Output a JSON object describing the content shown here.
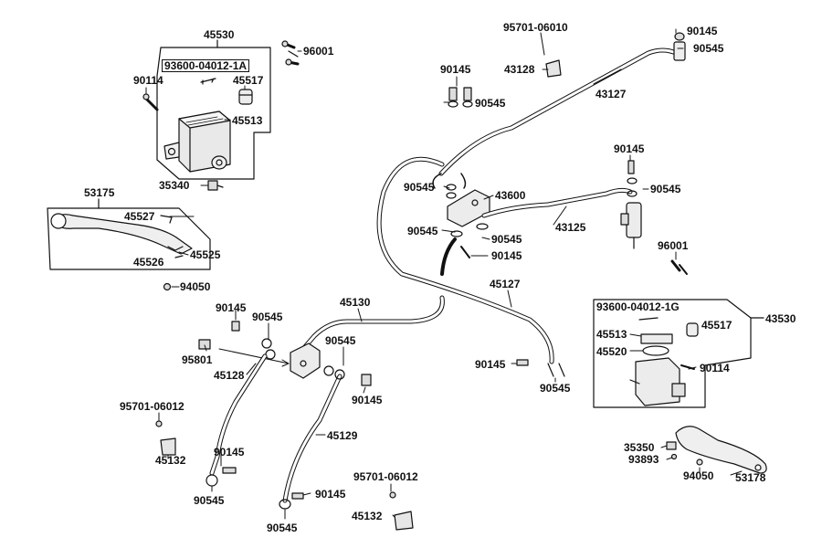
{
  "labels": {
    "p45530": "45530",
    "p93600_1a": "93600-04012-1A",
    "p96001_top": "96001",
    "p90114_top": "90114",
    "p45517_top": "45517",
    "p45513_top": "45513",
    "p35340": "35340",
    "p53175": "53175",
    "p45527": "45527",
    "p45525": "45525",
    "p45526": "45526",
    "p94050_left": "94050",
    "p95701_06010": "95701-06010",
    "p90145_top": "90145",
    "p90545_top": "90545",
    "p43128": "43128",
    "p43127": "43127",
    "p90145_cl": "90145",
    "p90545_cl": "90545",
    "p90545_mid": "90545",
    "p43600": "43600",
    "p90545_mid2": "90545",
    "p90545_mid3": "90545",
    "p90145_mid3": "90145",
    "p43125": "43125",
    "p90145_right": "90145",
    "p90545_right": "90545",
    "p96001_right": "96001",
    "p45127": "45127",
    "p45130": "45130",
    "p90145_bl": "90145",
    "p90545_bl": "90545",
    "p95801": "95801",
    "p45128": "45128",
    "p90545_bc": "90545",
    "p90145_bc": "90145",
    "p45129": "45129",
    "p95701_06012_l": "95701-06012",
    "p45132_l": "45132",
    "p90145_bl2": "90145",
    "p90545_bl2": "90545",
    "p95701_06012_r": "95701-06012",
    "p90145_b2": "90145",
    "p45132_r": "45132",
    "p90545_b2": "90545",
    "p90145_rm": "90145",
    "p90545_rm": "90545",
    "p93600_1g": "93600-04012-1G",
    "p43530": "43530",
    "p45513_r": "45513",
    "p45517_r": "45517",
    "p45520": "45520",
    "p90114_r": "90114",
    "p35350": "35350",
    "p93893": "93893",
    "p94050_r": "94050",
    "p53178": "53178"
  }
}
